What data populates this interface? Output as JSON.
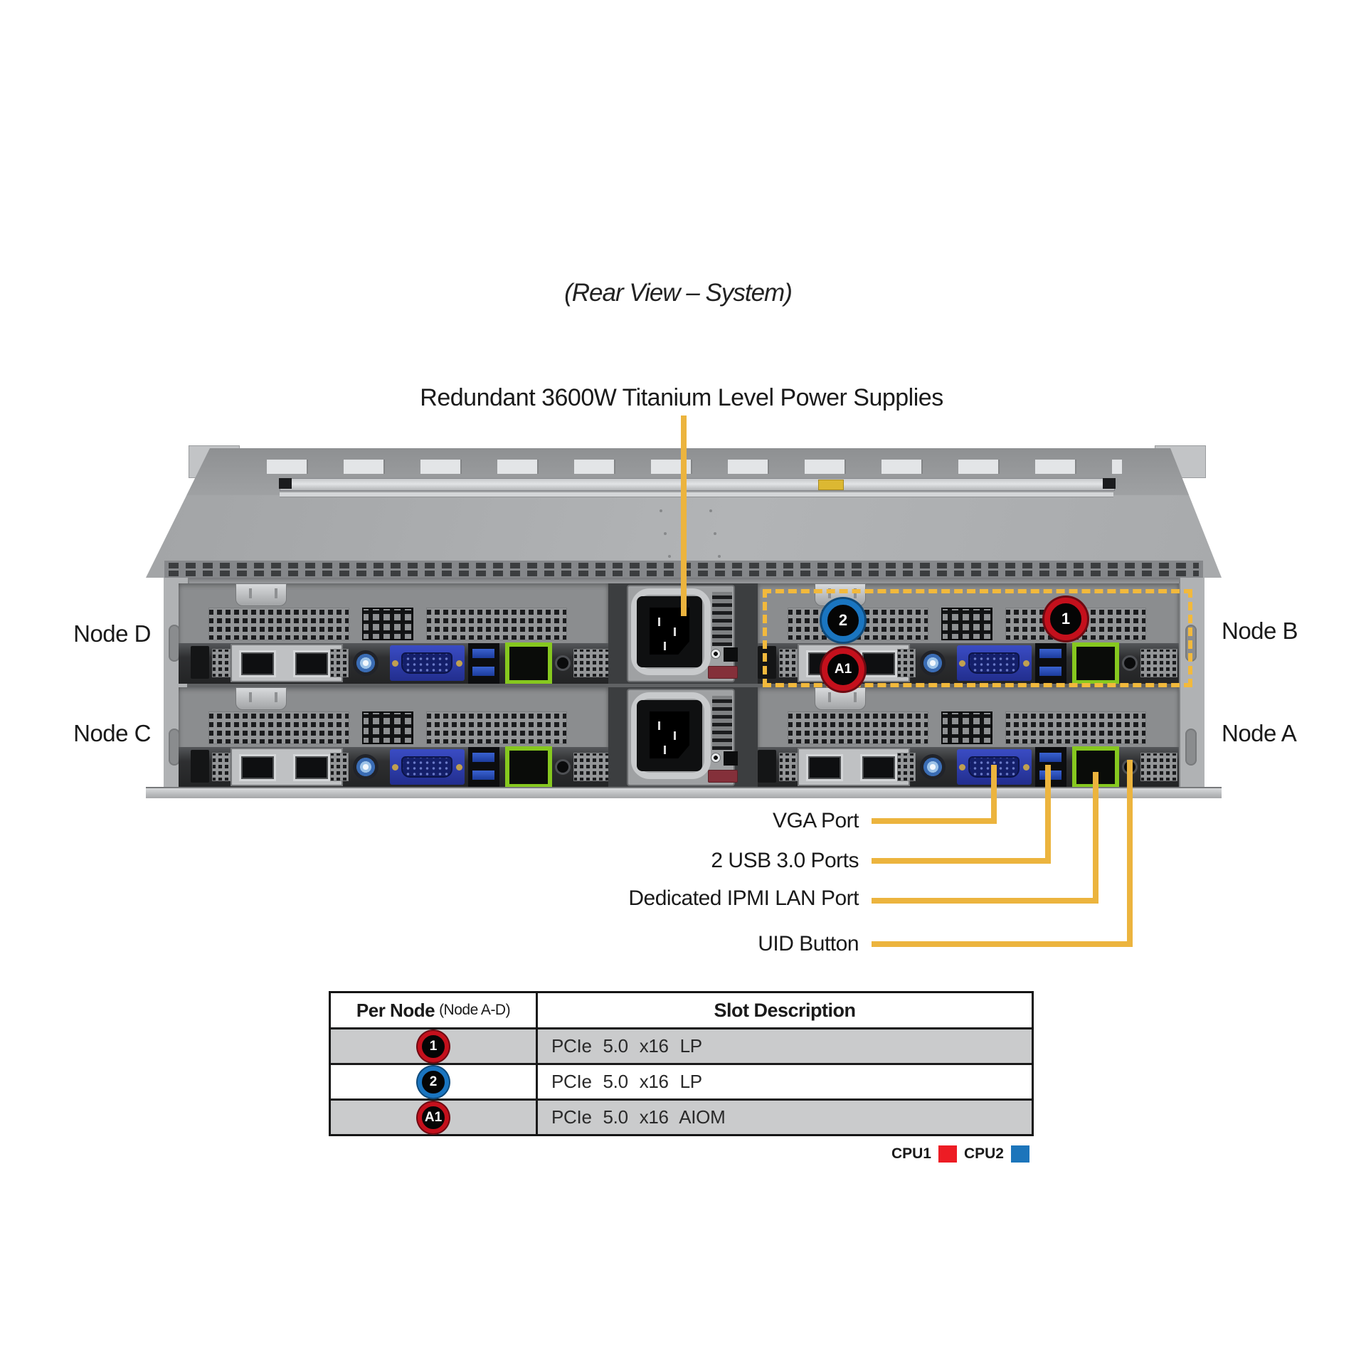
{
  "title": "(Rear View – System)",
  "psu_callout": "Redundant 3600W Titanium Level Power Supplies",
  "nodes": [
    {
      "label": "Node D"
    },
    {
      "label": "Node B"
    },
    {
      "label": "Node C"
    },
    {
      "label": "Node A"
    }
  ],
  "slot_markers": {
    "slot1": "1",
    "slot2": "2",
    "slotA1": "A1"
  },
  "port_callouts": [
    {
      "label": "VGA Port"
    },
    {
      "label": "2 USB 3.0 Ports"
    },
    {
      "label": "Dedicated IPMI LAN Port"
    },
    {
      "label": "UID Button"
    }
  ],
  "table": {
    "header": {
      "col1_main": "Per Node",
      "col1_note": "(Node A-D)",
      "col2": "Slot Description"
    },
    "rows": [
      {
        "marker": "1",
        "color": "red",
        "description": "PCIe 5.0 x16 LP"
      },
      {
        "marker": "2",
        "color": "blue",
        "description": "PCIe 5.0 x16 LP"
      },
      {
        "marker": "A1",
        "color": "red",
        "description": "PCIe 5.0 x16 AIOM"
      }
    ]
  },
  "legend": [
    {
      "label": "CPU1",
      "color": "#ed1c24"
    },
    {
      "label": "CPU2",
      "color": "#1c75bb"
    }
  ],
  "colors": {
    "callout_yellow": "#ecb43e",
    "dashed_yellow": "#f2b93c",
    "marker_red": "#c4101c",
    "marker_blue": "#1a75c0",
    "vga_blue": "#3a4cc4",
    "ipmi_green": "#86c81f",
    "table_row_gray": "#cacbcc"
  }
}
